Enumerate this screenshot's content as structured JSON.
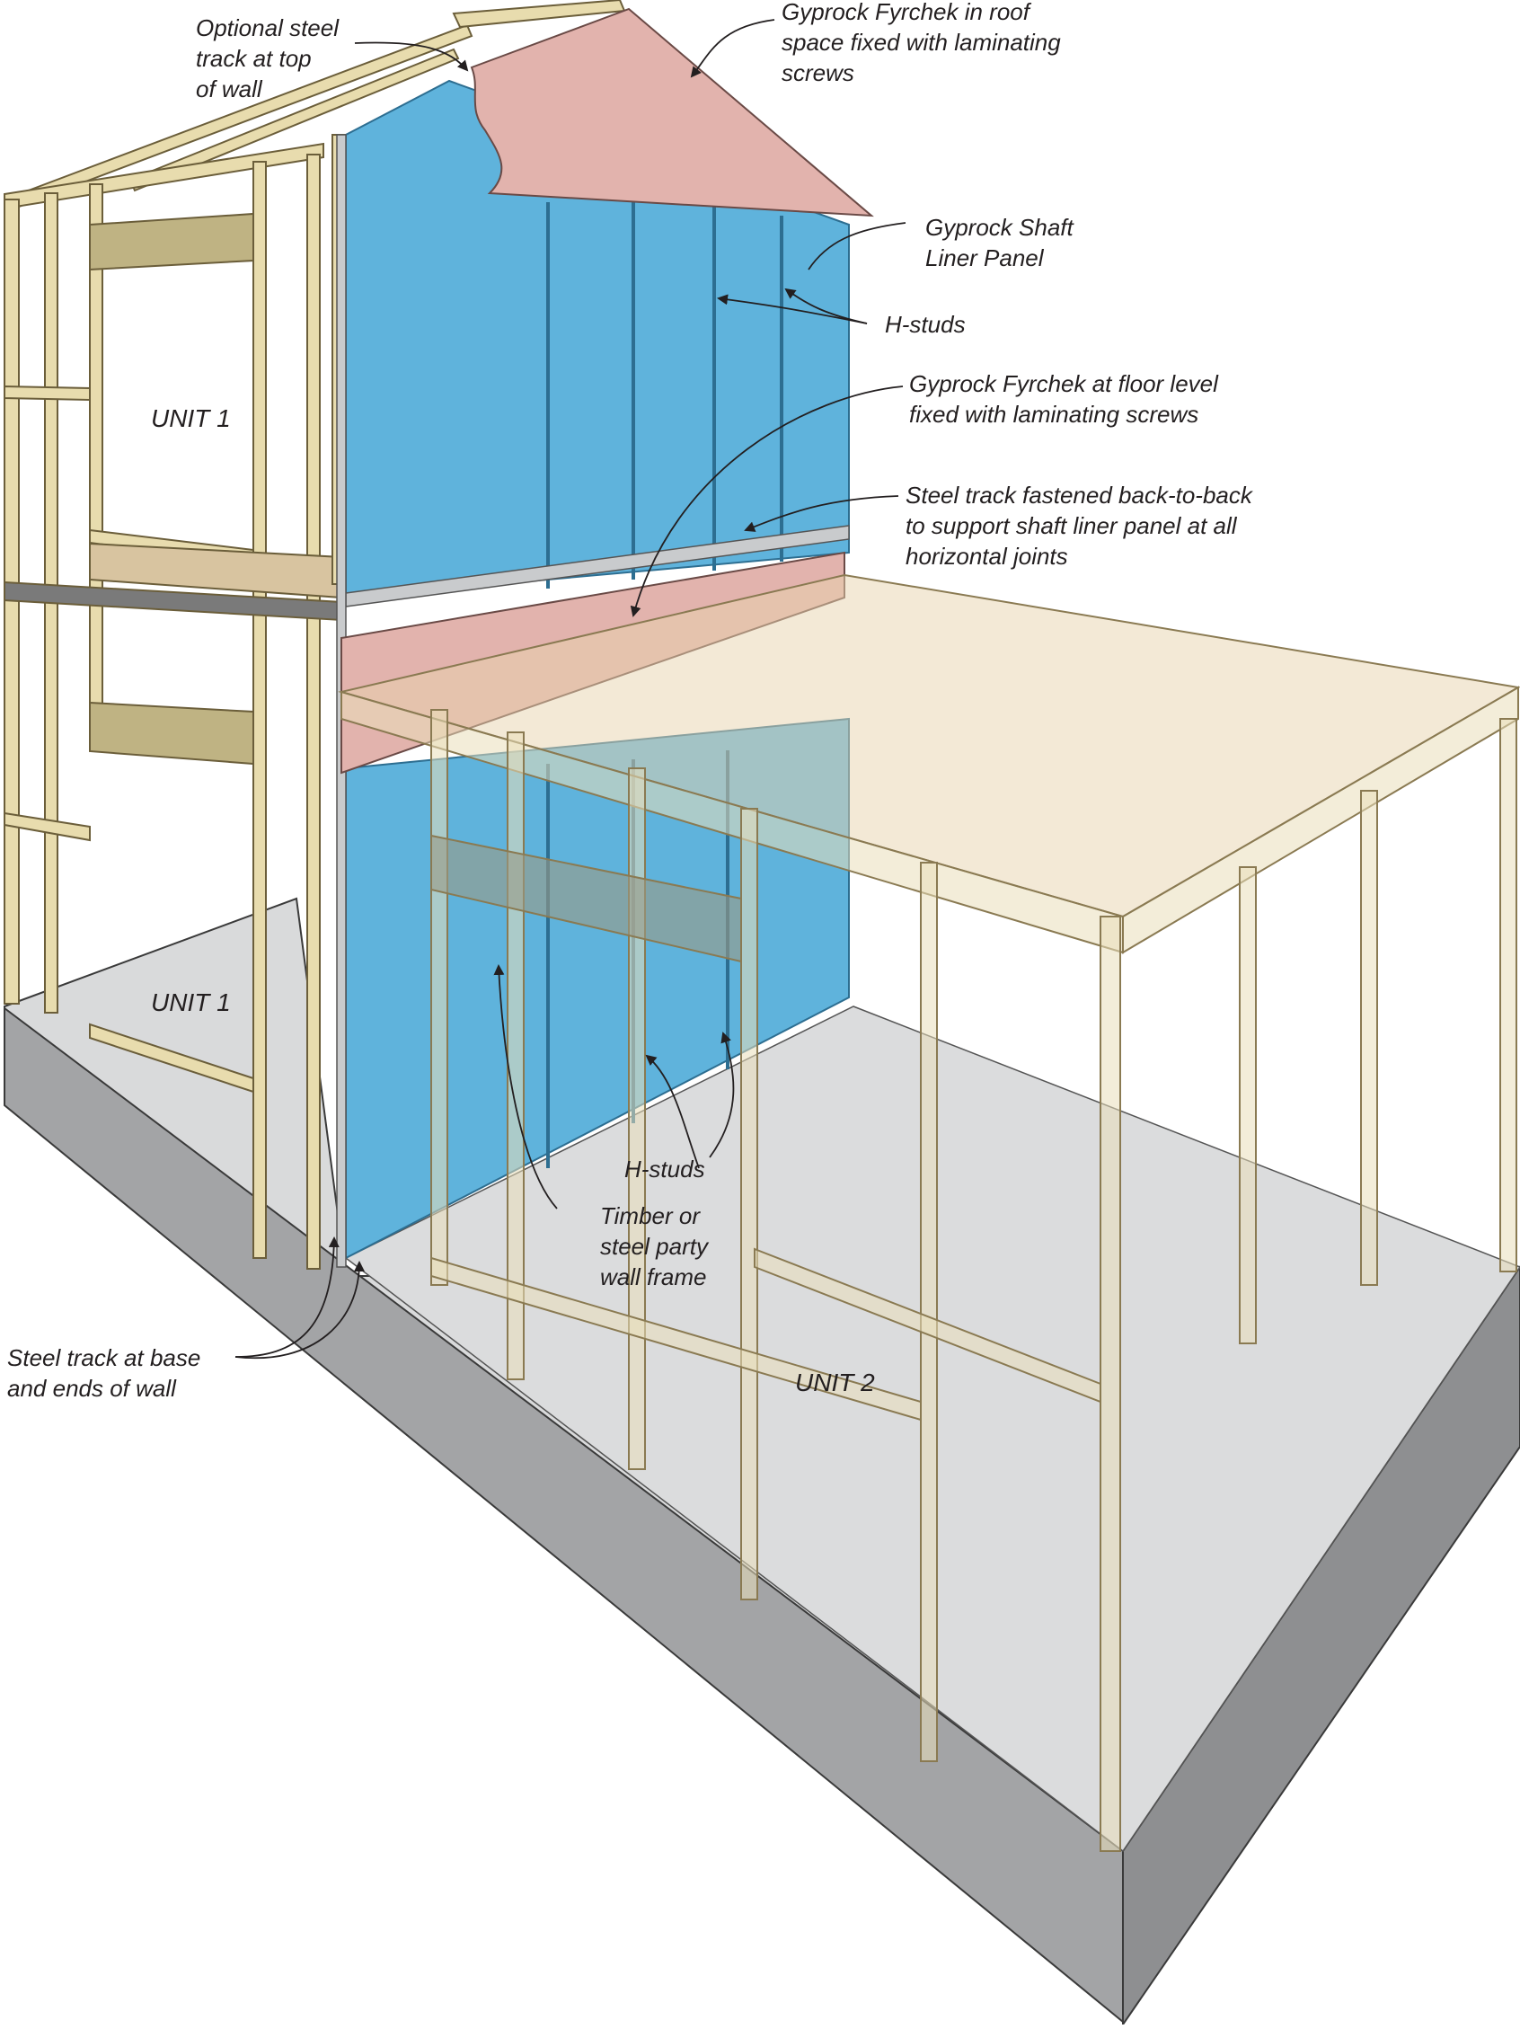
{
  "labels": {
    "optional_track": [
      "Optional steel",
      "track  at top",
      "of wall"
    ],
    "fyrchek_roof": [
      "Gyprock Fyrchek in roof",
      "space fixed with laminating",
      "screws"
    ],
    "shaft_liner": [
      "Gyprock Shaft",
      "Liner Panel"
    ],
    "hstuds_upper": "H-studs",
    "fyrchek_floor": [
      "Gyprock Fyrchek at floor level",
      "fixed with laminating screws"
    ],
    "steel_track_joints": [
      "Steel track fastened back-to-back",
      "to support shaft liner panel at all",
      "horizontal joints"
    ],
    "unit1_upper": "UNIT 1",
    "unit1_lower": "UNIT 1",
    "hstuds_lower": "H-studs",
    "party_wall": [
      "Timber or",
      "steel party",
      "wall frame"
    ],
    "steel_track_base": [
      "Steel track at base",
      "and ends of wall"
    ],
    "unit2": "UNIT 2"
  },
  "colors": {
    "shaft_liner": "#5fb3dc",
    "fyrchek": "#e2b3ad",
    "timber": "#e8dcae",
    "timber_edge": "#6b5e3a",
    "slab_top": "#d9dadb",
    "slab_side": "#9c9d9f",
    "floor_tint": "#d8c4a0"
  }
}
